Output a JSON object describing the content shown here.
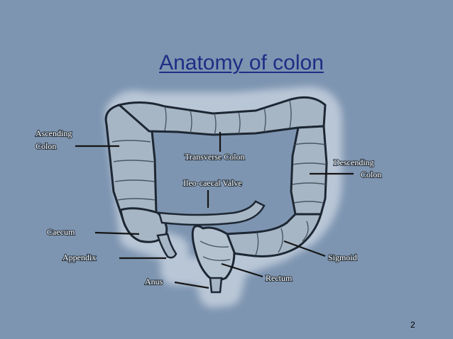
{
  "slide": {
    "title": "Anatomy of colon",
    "page_number": "2",
    "background": "#7e95b1",
    "title_color": "#1f2d85"
  },
  "diagram": {
    "labels": {
      "ascending_colon_1": "Ascending",
      "ascending_colon_2": "Colon",
      "transverse_colon": "Transverse Colon",
      "ileocaecal_valve": "Ileo-caecal Valve",
      "descending_colon_1": "Descending",
      "descending_colon_2": "Colon",
      "caecum": "Caecum",
      "appendix": "Appendix",
      "sigmoid": "Sigmoid",
      "anus": "Anus",
      "rectum": "Rectum"
    }
  }
}
